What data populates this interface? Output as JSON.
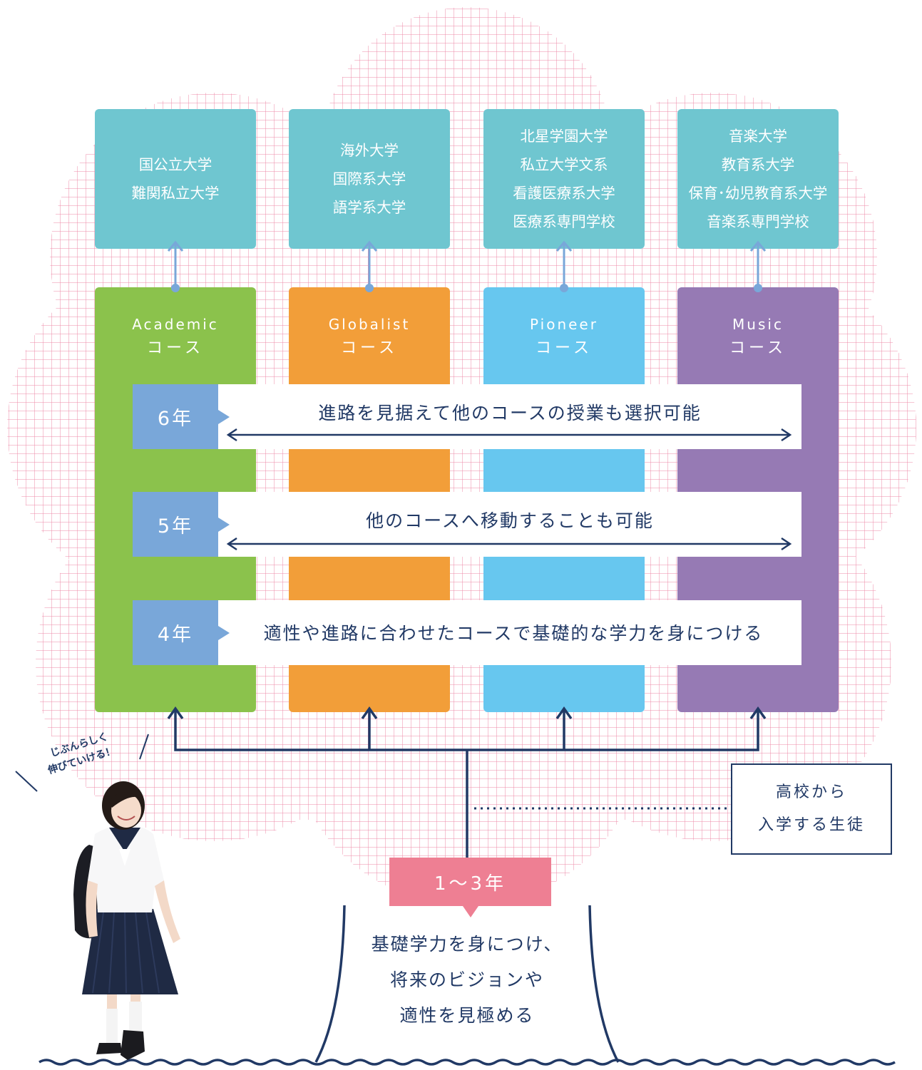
{
  "destinations": [
    {
      "lines": [
        "国公立大学",
        "難関私立大学"
      ]
    },
    {
      "lines": [
        "海外大学",
        "国際系大学",
        "語学系大学"
      ]
    },
    {
      "lines": [
        "北星学園大学",
        "私立大学文系",
        "看護医療系大学",
        "医療系専門学校"
      ]
    },
    {
      "lines": [
        "音楽大学",
        "教育系大学",
        "保育･幼児教育系大学",
        "音楽系専門学校"
      ]
    }
  ],
  "courses": [
    {
      "name": "Academic",
      "suffix": "コース",
      "color": "#8bc24c"
    },
    {
      "name": "Globalist",
      "suffix": "コース",
      "color": "#f29e39"
    },
    {
      "name": "Pioneer",
      "suffix": "コース",
      "color": "#67c7ef"
    },
    {
      "name": "Music",
      "suffix": "コース",
      "color": "#967ab4"
    }
  ],
  "years": [
    {
      "label": "6年",
      "text": "進路を見据えて他のコースの授業も選択可能"
    },
    {
      "label": "5年",
      "text": "他のコースへ移動することも可能"
    },
    {
      "label": "4年",
      "text": "適性や進路に合わせたコースで基礎的な学力を身につける"
    }
  ],
  "high_school_entry": {
    "line1": "高校から",
    "line2": "入学する生徒"
  },
  "foundation": {
    "label": "1～3年",
    "lines": [
      "基礎学力を身につけ、",
      "将来のビジョンや",
      "適性を見極める"
    ]
  },
  "callout": {
    "line1": "じぶんらしく",
    "line2": "伸びていける！"
  },
  "colors": {
    "navy": "#213965",
    "destination": "#6fc6d0",
    "year_tab": "#79a7d9",
    "foundation_tab": "#ee7f93",
    "grid": "#e9789a"
  }
}
